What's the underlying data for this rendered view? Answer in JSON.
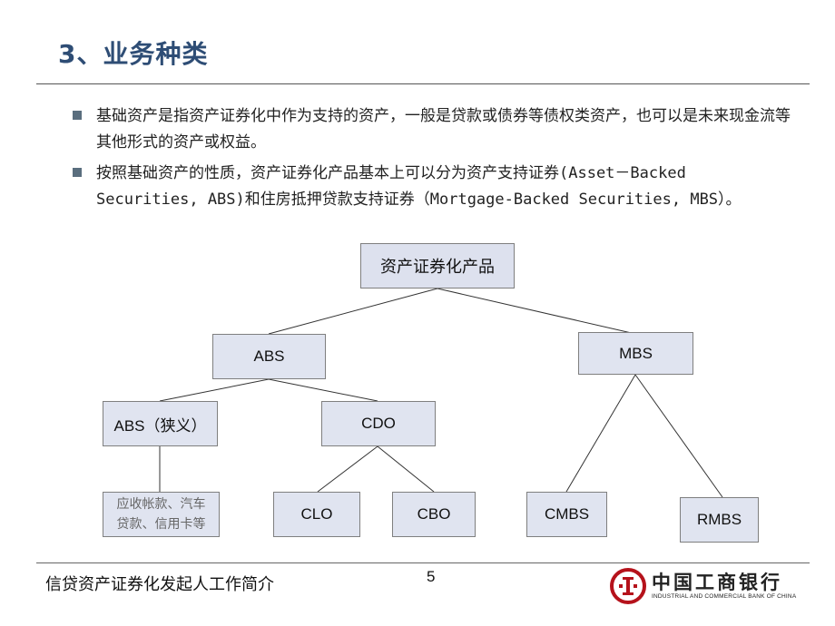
{
  "slide": {
    "title": "3、业务种类",
    "bullets": [
      "基础资产是指资产证券化中作为支持的资产，一般是贷款或债券等债权类资产，也可以是未来现金流等其他形式的资产或权益。",
      "按照基础资产的性质，资产证券化产品基本上可以分为资产支持证券(Asset－Backed Securities, ABS)和住房抵押贷款支持证券（Mortgage-Backed Securities, MBS）。"
    ]
  },
  "tree": {
    "root": "资产证券化产品",
    "abs": "ABS",
    "mbs": "MBS",
    "abs_narrow": "ABS（狭义）",
    "cdo": "CDO",
    "clo": "CLO",
    "cbo": "CBO",
    "cmbs": "CMBS",
    "rmbs": "RMBS",
    "receivables_line1": "应收帐款、汽车",
    "receivables_line2": "贷款、信用卡等"
  },
  "footer": {
    "text": "信贷资产证券化发起人工作简介",
    "page_number": "5",
    "logo_cn": "中国工商银行",
    "logo_en": "INDUSTRIAL AND COMMERCIAL BANK OF CHINA"
  },
  "colors": {
    "title": "#2e4d75",
    "node_fill": "#e0e4f0",
    "node_border": "#7f7f7f",
    "logo_red": "#b5121b"
  }
}
